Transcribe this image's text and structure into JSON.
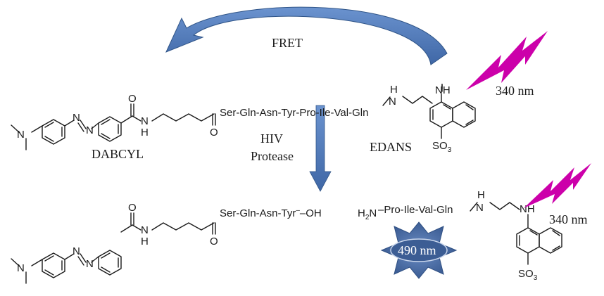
{
  "labels": {
    "fret": "FRET",
    "dabcyl": "DABCYL",
    "edans": "EDANS",
    "hiv": "HIV",
    "protease": "Protease",
    "nm340_top": "340 nm",
    "nm340_bottom": "340 nm",
    "nm490": "490 nm"
  },
  "chem": {
    "top_peptide": "Ser-Gln-Asn-Tyr-Pro-Ile-Val-Gln",
    "bottom_left_peptide": "Ser-Gln-Asn-Tyr",
    "bottom_left_minus": "–",
    "bottom_left_oh": "–OH",
    "h2n_h2": "H",
    "h2n_sub": "2",
    "h2n_n": "N",
    "bottom_right_peptide": "–Pro-Ile-Val-Gln",
    "o": "O",
    "n": "N",
    "h": "H",
    "nh": "NH",
    "so3": "SO",
    "so3_sub": "3"
  },
  "colors": {
    "arrow_blue": "#4a78b8",
    "arrow_blue_dark": "#2f5487",
    "bolt_magenta": "#cc00aa",
    "star_blue": "#4a6fa8"
  }
}
